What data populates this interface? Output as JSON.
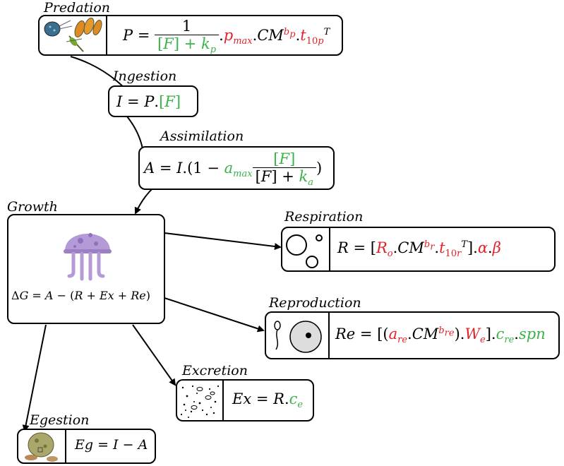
{
  "labels": {
    "predation": "Predation",
    "ingestion": "Ingestion",
    "assimilation": "Assimilation",
    "growth": "Growth",
    "respiration": "Respiration",
    "reproduction": "Reproduction",
    "excretion": "Excretion",
    "egestion": "Egestion"
  },
  "colors": {
    "accent_red": "#e2222a",
    "accent_green": "#3bb24a",
    "jellyfish": "#b49ad6"
  },
  "icons": {
    "predation": "plankton-prey-icon",
    "growth": "jellyfish-icon",
    "respiration": "bubbles-icon",
    "reproduction": "sperm-egg-icon",
    "excretion": "particles-icon",
    "egestion": "fecal-pellet-icon"
  }
}
